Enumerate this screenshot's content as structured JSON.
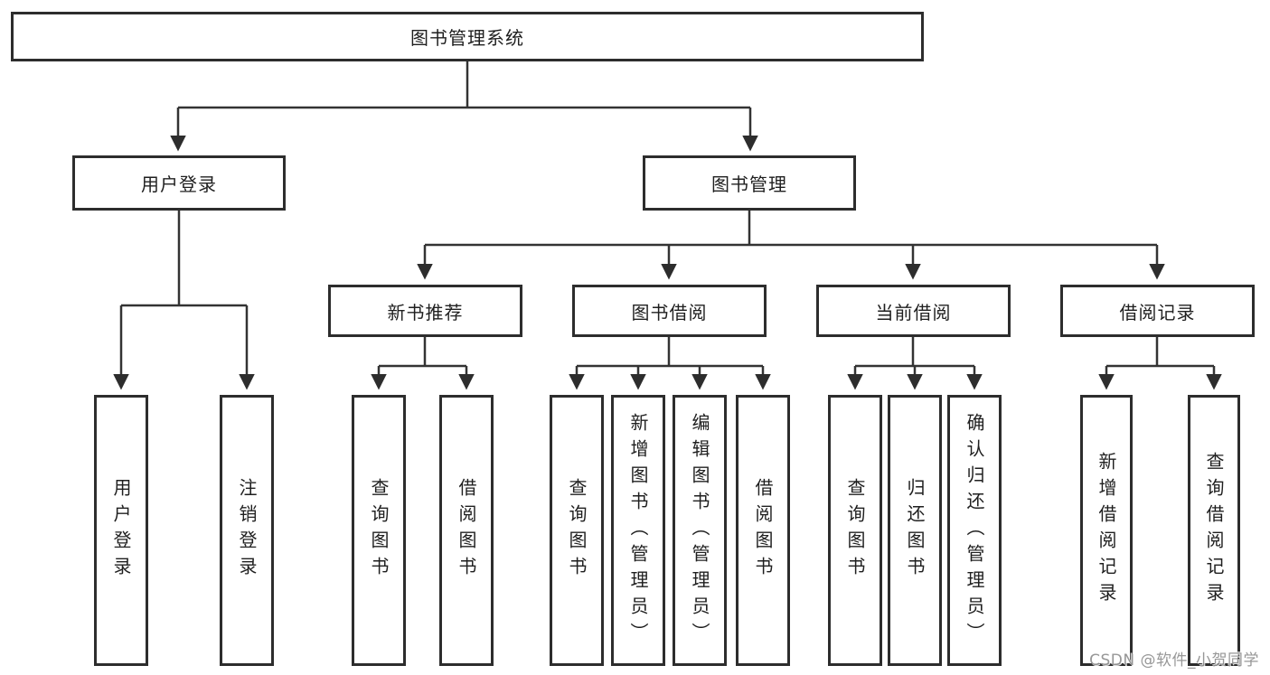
{
  "diagram": {
    "root": "图书管理系统",
    "user_login_branch": {
      "label": "用户登录",
      "children": [
        "用户登录",
        "注销登录"
      ]
    },
    "book_mgmt_branch": {
      "label": "图书管理",
      "groups": [
        {
          "label": "新书推荐",
          "children": [
            "查询图书",
            "借阅图书"
          ]
        },
        {
          "label": "图书借阅",
          "children": [
            "查询图书",
            "新增图书（管理员）",
            "编辑图书（管理员）",
            "借阅图书"
          ]
        },
        {
          "label": "当前借阅",
          "children": [
            "查询图书",
            "归还图书",
            "确认归还（管理员）"
          ]
        },
        {
          "label": "借阅记录",
          "children": [
            "新增借阅记录",
            "查询借阅记录"
          ]
        }
      ]
    },
    "watermark": "CSDN @软件_小贺同学"
  }
}
